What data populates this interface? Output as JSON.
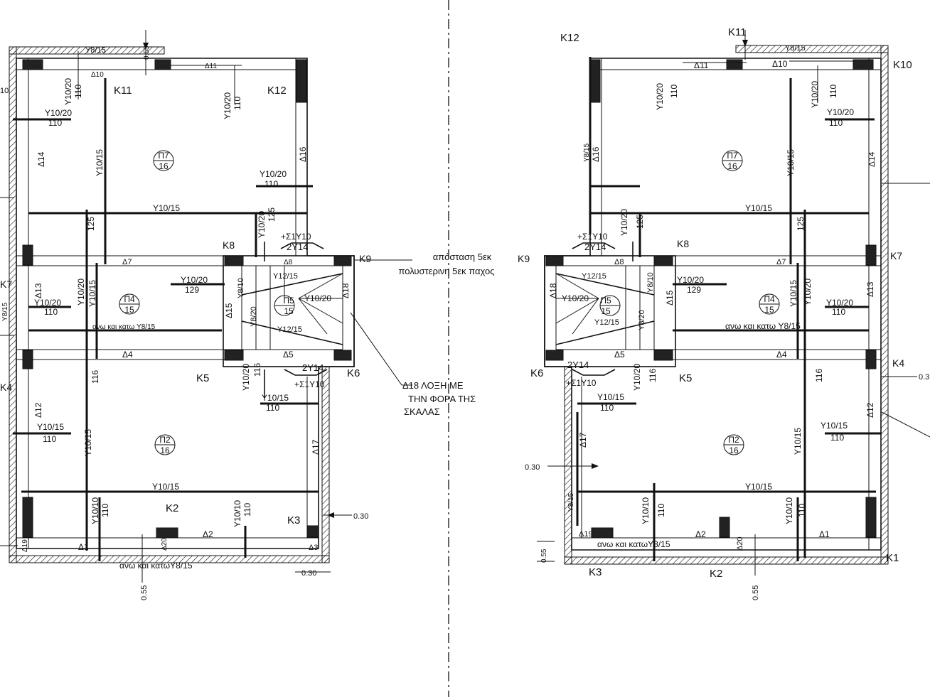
{
  "note": {
    "polystyrene": [
      "απόσταση 5εκ",
      "πολυστερινη 5εκ παχος"
    ],
    "stair_beam": [
      "Δ18 ΛΟΞΗ ΜΕ",
      "ΤΗΝ ΦΟΡΑ ΤΗΣ",
      "ΣΚΑΛΑΣ"
    ]
  },
  "left": {
    "columns": {
      "k11": "K11",
      "k12": "K12",
      "k8": "K8",
      "k9": "K9",
      "k7": "K7",
      "k5": "K5",
      "k6": "K6",
      "k4": "K4",
      "k2": "K2",
      "k3": "K3"
    },
    "beams": {
      "d1": "Δ1",
      "d2": "Δ2",
      "d3": "Δ3",
      "d4": "Δ4",
      "d5": "Δ5",
      "d7": "Δ7",
      "d8": "Δ8",
      "d10": "Δ10",
      "d11": "Δ11",
      "d12": "Δ12",
      "d13": "Δ13",
      "d14": "Δ14",
      "d15": "Δ15",
      "d16": "Δ16",
      "d17": "Δ17",
      "d18": "Δ18",
      "d19": "Δ19",
      "d20": "Δ20"
    },
    "slabs": [
      {
        "id": "Π7",
        "thk": "16"
      },
      {
        "id": "Π4",
        "thk": "15"
      },
      {
        "id": "Π5",
        "thk": "15"
      },
      {
        "id": "Π2",
        "thk": "16"
      }
    ],
    "rebar": {
      "top_y8": "Y8/15",
      "y10_20_a": "Y10/20",
      "n110_a": "110",
      "y10_20_b": "Y10/20",
      "n110_b": "110",
      "y10_20_c": "Y10/20",
      "n110_c": "110",
      "y10_20_d": "Y10/20",
      "n110_d": "110",
      "y10_15_vert1": "Y10/15",
      "y10_15_h1": "Y10/15",
      "n125": "125",
      "y10_20_st": "Y10/20",
      "n125b": "125",
      "s1y10_top": "+Σ1Y10",
      "y14_top": "2Y14",
      "y10_20_p4": "Y10/20",
      "n129": "129",
      "y10_20_p4b": "Y10/20",
      "n110_p4": "110",
      "y10_20_p4v": "Y10/20",
      "y10_15_p4v": "Y10/15",
      "anw_katw_p4": "ανω και κατω Y8/15",
      "y12_a": "Y12/15",
      "y12_b": "Y12/15",
      "y8_10": "Y8/10",
      "y8_20": "Y8/20",
      "y10_20_st2": "Y10/20",
      "n116": "116",
      "n116b": "116",
      "y14_bot": "2Y14",
      "s1y10_bot": "+Σ1Y10",
      "y10_20_p2v": "Y10/20",
      "y10_15_p2": "Y10/15",
      "n110_p2": "110",
      "y10_15_p2b": "Y10/15",
      "n110_p2b": "110",
      "y10_15_p2v": "Y10/15",
      "y10_15_h2": "Y10/15",
      "y10_10_a": "Y10/10",
      "n110_e": "110",
      "y10_10_b": "Y10/10",
      "n110_f": "110",
      "anw_katw_bot": "ανω και κατωY8/15",
      "y8_15_side": "Y8/15"
    },
    "dims": {
      "d055": "0.55",
      "d030a": "0.30",
      "d030b": "0.30",
      "d055top": "0.55",
      "d10": "10"
    }
  },
  "right": {
    "columns": {
      "k12": "K12",
      "k11": "K11",
      "k10": "K10",
      "k9": "K9",
      "k8": "K8",
      "k7": "K7",
      "k6": "K6",
      "k5": "K5",
      "k4": "K4",
      "k3": "K3",
      "k2": "K2",
      "k1": "K1"
    },
    "beams": {
      "d1": "Δ1",
      "d2": "Δ2",
      "d4": "Δ4",
      "d5": "Δ5",
      "d7": "Δ7",
      "d8": "Δ8",
      "d10": "Δ10",
      "d11": "Δ11",
      "d12": "Δ12",
      "d13": "Δ13",
      "d14": "Δ14",
      "d15": "Δ15",
      "d16": "Δ16",
      "d17": "Δ17",
      "d18": "Δ18",
      "d19": "Δ19",
      "d20": "Δ20"
    },
    "slabs": [
      {
        "id": "Π7",
        "thk": "16"
      },
      {
        "id": "Π4",
        "thk": "15"
      },
      {
        "id": "Π5",
        "thk": "15"
      },
      {
        "id": "Π2",
        "thk": "16"
      }
    ],
    "rebar": {
      "top_y8": "Y8/15",
      "y10_20_a": "Y10/20",
      "n110_a": "110",
      "y10_20_b": "Y10/20",
      "n110_b": "110",
      "y10_20_c": "Y10/20",
      "n110_c": "110",
      "y8_15_v": "Y8/15",
      "y10_15_v": "Y10/15",
      "y10_15_h1": "Y10/15",
      "n125": "125",
      "y10_20_st": "Y10/20",
      "n125b": "125",
      "s1y10_top": "+Σ1Y10",
      "y14_top": "2Y14",
      "y10_20_p4": "Y10/20",
      "n129": "129",
      "y10_20_p4b": "Y10/20",
      "n110_p4": "110",
      "y10_15_p4v": "Y10/15",
      "y10_20_p4v": "Y10/20",
      "anw_katw_p4": "ανω και κατω Y8/15",
      "y12_a": "Y12/15",
      "y12_b": "Y12/15",
      "y10_20_st2": "Y10/20",
      "y8_10": "Y8/10",
      "y8_20": "Y8/20",
      "y14_bot": "2Y14",
      "s1y10_bot": "+Σ1Y10",
      "y10_20_p2v": "Y10/20",
      "n116": "116",
      "n116b": "116",
      "y10_15_p2": "Y10/15",
      "n110_p2": "110",
      "y10_15_p2b": "Y10/15",
      "n110_p2b": "110",
      "y10_15_p2v": "Y10/15",
      "y10_15_h2": "Y10/15",
      "y10_10_a": "Y10/10",
      "n110_e": "110",
      "y10_10_b": "Y10/10",
      "n110_f": "110",
      "anw_katw_bot": "ανω και κατωY8/15",
      "y8_15_side": "Y8/15"
    },
    "dims": {
      "d030": "0.30",
      "d055": "0.55",
      "d056": "0.55",
      "d03": "0.3"
    }
  }
}
